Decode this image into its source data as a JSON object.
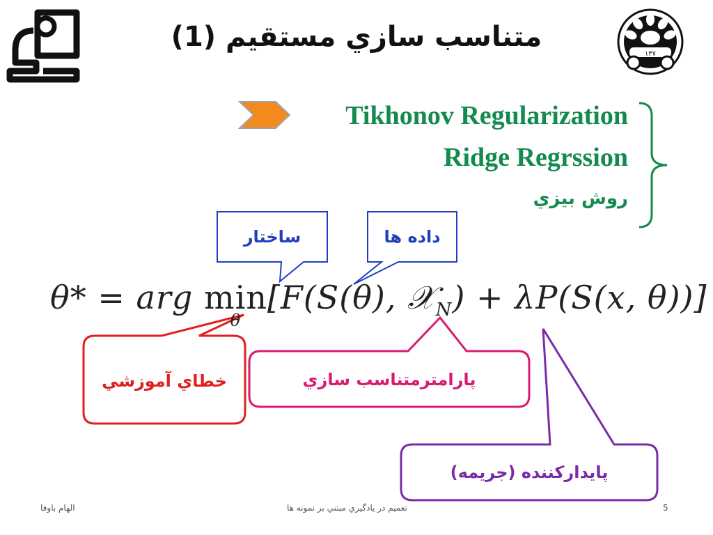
{
  "slide": {
    "title": "متناسب سازي مستقيم (1)",
    "line1": "Tikhonov Regularization",
    "line2": "Ridge Regrssion",
    "line3": "روش بيزي"
  },
  "callouts": {
    "structure": "ساختار",
    "data": "داده ها",
    "training_error": "خطاي آموزشي",
    "regularization_param": "پارامترمتناسب سازي",
    "stabilizer": "پايداركننده (جريمه)"
  },
  "equation": {
    "lhs": "θ*",
    "eq": "=",
    "arg": "arg",
    "min": "min",
    "sub": "θ",
    "body_open": "[F(S(θ), ",
    "xn": "𝒳",
    "xn_sub": "N",
    "body_close": ") + λP(S(x, θ))]"
  },
  "footer": {
    "author": "الهام باوفا",
    "course": "تعميم در يادگيري مبتني بر نمونه ها",
    "page": "5"
  },
  "colors": {
    "green": "#138a4e",
    "blue": "#1f3fbf",
    "red": "#e0201e",
    "magenta": "#d81b6f",
    "purple": "#7a2ca8",
    "orange": "#f28a1e"
  },
  "icons": {
    "left_logo": "person-computer-icon",
    "right_logo": "university-seal-icon",
    "bullet": "chevron-arrow-icon"
  }
}
